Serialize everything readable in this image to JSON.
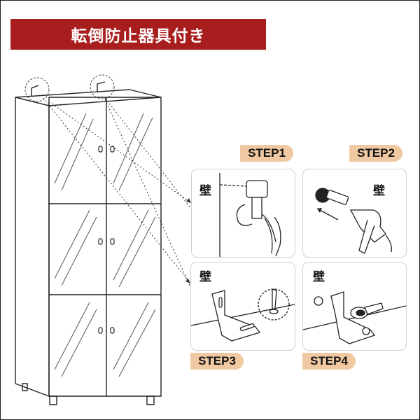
{
  "banner": {
    "title": "転倒防止器具付き",
    "color": "#a81e1e"
  },
  "steps": [
    {
      "label": "STEP1",
      "wall": "壁"
    },
    {
      "label": "STEP2",
      "wall": "壁"
    },
    {
      "label": "STEP3",
      "wall": "壁"
    },
    {
      "label": "STEP4",
      "wall": "壁"
    }
  ],
  "colors": {
    "badge": "#f0c9a2",
    "line": "#222222",
    "panel_border": "#cfcfcf"
  },
  "icons": [
    "drill-icon",
    "hammer-icon",
    "anchor-plug-icon",
    "screw-icon",
    "l-bracket-icon",
    "washer-icon"
  ]
}
